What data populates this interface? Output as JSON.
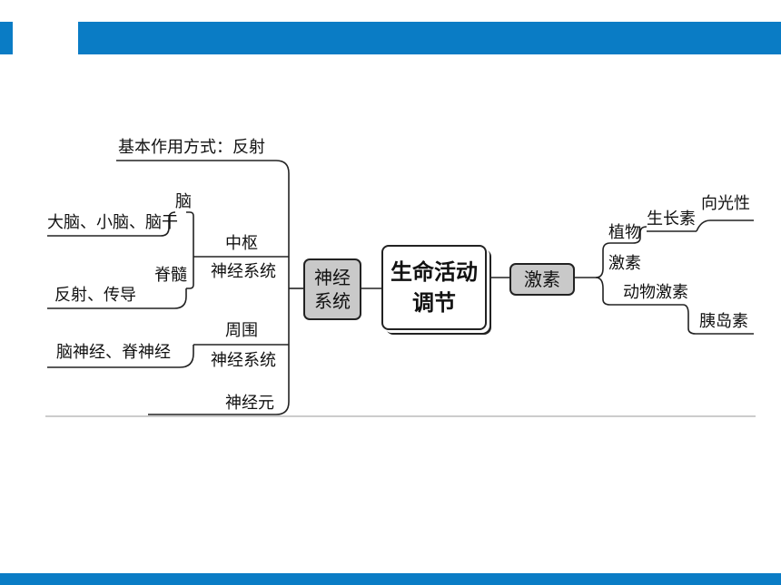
{
  "colors": {
    "accent": "#0a7cc5",
    "node_fill": "#c9c9c9",
    "line": "#222222"
  },
  "center": {
    "line1": "生命活动",
    "line2": "调节"
  },
  "nervous": {
    "box": {
      "line1": "神经",
      "line2": "系统"
    },
    "reflex_basic": "基本作用方式：反射",
    "central": {
      "line1": "中枢",
      "line2": "神经系统"
    },
    "brain": "脑",
    "brain_parts": "大脑、小脑、脑干",
    "spinal": "脊髓",
    "spinal_func": "反射、传导",
    "peripheral": {
      "line1": "周围",
      "line2": "神经系统"
    },
    "peripheral_parts": "脑神经、脊神经",
    "neuron": "神经元"
  },
  "hormone": {
    "box": "激素",
    "plant": {
      "line1": "植物",
      "line2": "激素"
    },
    "auxin": "生长素",
    "phototropism": "向光性",
    "animal": "动物激素",
    "insulin": "胰岛素"
  }
}
